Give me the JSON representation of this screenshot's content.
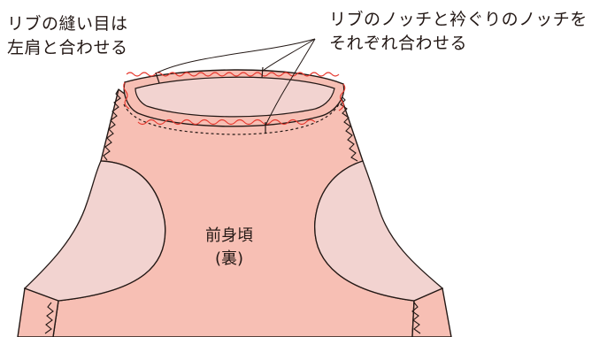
{
  "annotations": {
    "left_note": {
      "line1": "リブの縫い目は",
      "line2": "左肩と合わせる"
    },
    "right_note": {
      "line1": "リブのノッチと衿ぐりのノッチを",
      "line2": "それぞれ合わせる"
    }
  },
  "garment": {
    "part_name": "前身頃",
    "side_label": "(裏)"
  },
  "colors": {
    "fabric_front": "#f7bfb4",
    "fabric_shade": "#f2d3d0",
    "outline": "#231815",
    "stitch": "#e6392f"
  }
}
